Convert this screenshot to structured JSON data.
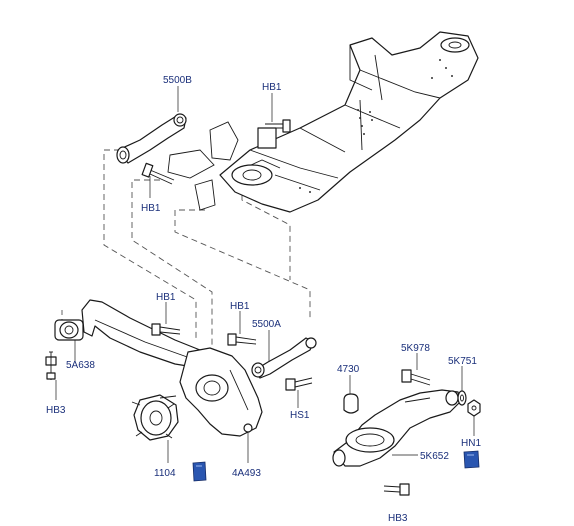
{
  "labels": {
    "l_5500B": "5500B",
    "l_hb1_top": "HB1",
    "l_hb1_left": "HB1",
    "l_hb1_mid": "HB1",
    "l_hb1_mid2": "HB1",
    "l_5500A": "5500A",
    "l_5a638": "5A638",
    "l_hb3": "HB3",
    "l_hs1": "HS1",
    "l_1104": "1104",
    "l_4a493": "4A493",
    "l_4730": "4730",
    "l_5k978": "5K978",
    "l_5k751": "5K751",
    "l_hn1": "HN1",
    "l_5k652": "5K652",
    "l_hb3_bottom": "HB3"
  },
  "colors": {
    "label_text": "#1a2f7a",
    "badge_blue": "#2a56b0",
    "line": "#1a1a1a"
  }
}
